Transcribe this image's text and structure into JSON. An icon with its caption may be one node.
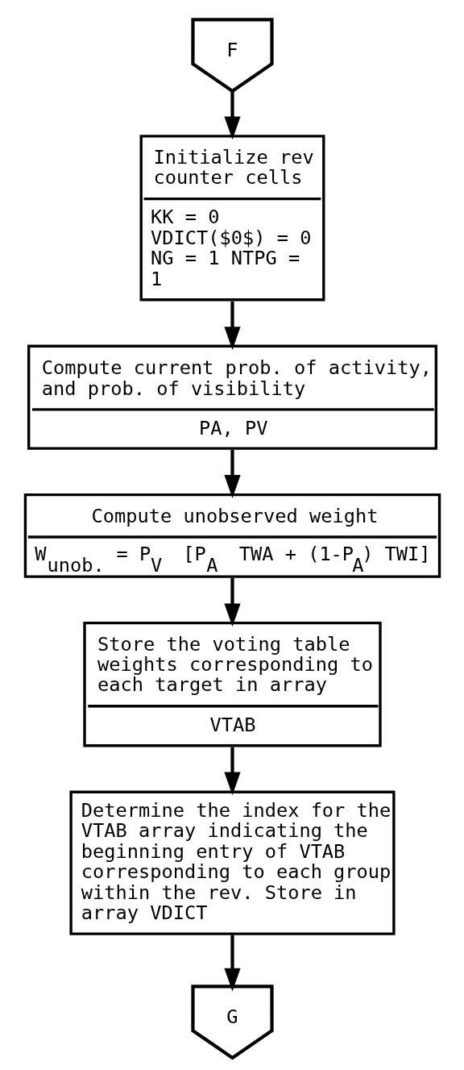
{
  "diagram": {
    "nodes": [
      {
        "text": [
          "F"
        ]
      },
      {
        "text": [
          "Initialize rev counter cells",
          "KK = 0 VDICT($0$) = 0 NG = 1 NTPG = 1"
        ]
      },
      {
        "text": [
          "Compute current prob. of activity, and prob. of visibility",
          "PA, PV"
        ]
      },
      {
        "text": [
          "Compute unobserved weight",
          "W$_{unob.}$ = P$_{V}$ [P$_{A}$ TWA + (1-P$_{A}$) TWI]"
        ]
      },
      {
        "text": [
          "Store the voting table weights corresponding to each target in array",
          "VTAB"
        ]
      },
      {
        "text": [
          "Determine the index for the VTAB array indicating the beginning entry of VTAB corresponding to each group within the rev. Store in array VDICT"
        ]
      },
      {
        "text": [
          "G"
        ]
      }
    ],
    "edges": [
      {
        "from": 0,
        "to": 1,
        "arrow": "to"
      },
      {
        "from": 1,
        "to": 2,
        "arrow": "to"
      },
      {
        "from": 2,
        "to": 3,
        "arrow": "to"
      },
      {
        "from": 3,
        "to": 4,
        "arrow": "to"
      },
      {
        "from": 4,
        "to": 5,
        "arrow": "to"
      },
      {
        "from": 5,
        "to": 6,
        "arrow": "to"
      }
    ]
  }
}
